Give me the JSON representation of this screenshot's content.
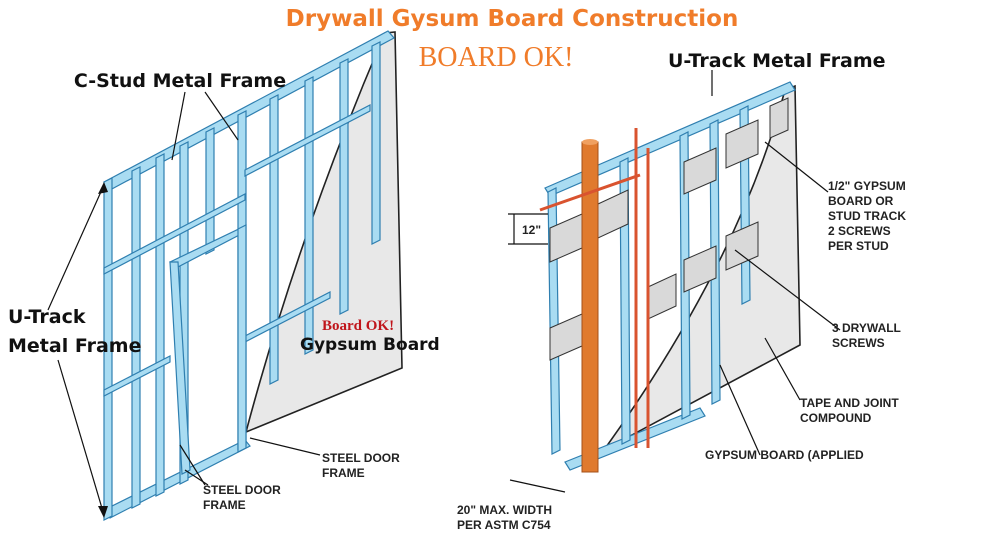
{
  "title": "Drywall Gysum Board Construction",
  "subtitle": "BOARD OK!",
  "left_diagram": {
    "label_cstud": "C-Stud Metal Frame",
    "label_utrack_line1": "U-Track",
    "label_utrack_line2": "Metal Frame",
    "label_board_ok": "Board OK!",
    "label_gypsum_board": "Gypsum Board",
    "label_door_frame_right_1": "STEEL DOOR",
    "label_door_frame_right_2": "FRAME",
    "label_door_frame_bottom_1": "STEEL DOOR",
    "label_door_frame_bottom_2": "FRAME"
  },
  "right_diagram": {
    "label_utrack": "U-Track Metal Frame",
    "label_12in": "12\"",
    "label_half_gypsum": [
      "1/2\" GYPSUM",
      "BOARD OR",
      "STUD TRACK",
      "2 SCREWS",
      "PER STUD"
    ],
    "label_3_screws": [
      "3 DRYWALL",
      "SCREWS"
    ],
    "label_tape": [
      "TAPE AND JOINT",
      "COMPOUND"
    ],
    "label_gypsum_applied": "GYPSUM BOARD (APPLIED",
    "label_width": [
      "20\" MAX. WIDTH",
      "PER ASTM C754"
    ]
  },
  "colors": {
    "title": "#f07c2a",
    "stud": "#a9dcf2",
    "stud_outline": "#2f7fb0",
    "board": "#e8e8e8",
    "pipe": "#e07a2e",
    "accent_red": "#c0151b"
  }
}
